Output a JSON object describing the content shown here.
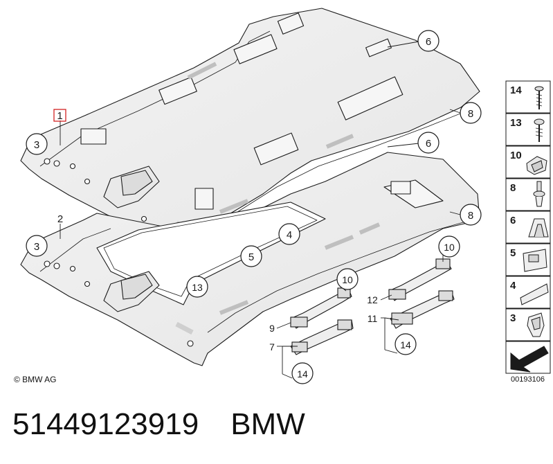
{
  "diagram": {
    "callouts_main": [
      {
        "id": "c1",
        "label": "1"
      },
      {
        "id": "c2",
        "label": "2"
      },
      {
        "id": "c3a",
        "label": "3"
      },
      {
        "id": "c3b",
        "label": "3"
      },
      {
        "id": "c4",
        "label": "4"
      },
      {
        "id": "c5",
        "label": "5"
      },
      {
        "id": "c6a",
        "label": "6"
      },
      {
        "id": "c6b",
        "label": "6"
      },
      {
        "id": "c7",
        "label": "7"
      },
      {
        "id": "c8a",
        "label": "8"
      },
      {
        "id": "c8b",
        "label": "8"
      },
      {
        "id": "c9",
        "label": "9"
      },
      {
        "id": "c10a",
        "label": "10"
      },
      {
        "id": "c10b",
        "label": "10"
      },
      {
        "id": "c11",
        "label": "11"
      },
      {
        "id": "c12",
        "label": "12"
      },
      {
        "id": "c13",
        "label": "13"
      },
      {
        "id": "c14a",
        "label": "14"
      },
      {
        "id": "c14b",
        "label": "14"
      }
    ],
    "legend_items": [
      "14",
      "13",
      "10",
      "8",
      "6",
      "5",
      "4",
      "3"
    ],
    "copyright": "© BMW AG",
    "diagram_id": "00193106",
    "highlighted_part": "1"
  },
  "footer": {
    "part_number": "51449123919",
    "brand": "BMW"
  },
  "colors": {
    "line": "#1a1a1a",
    "panel_fill": "#ececec",
    "highlight": "#d22222"
  }
}
